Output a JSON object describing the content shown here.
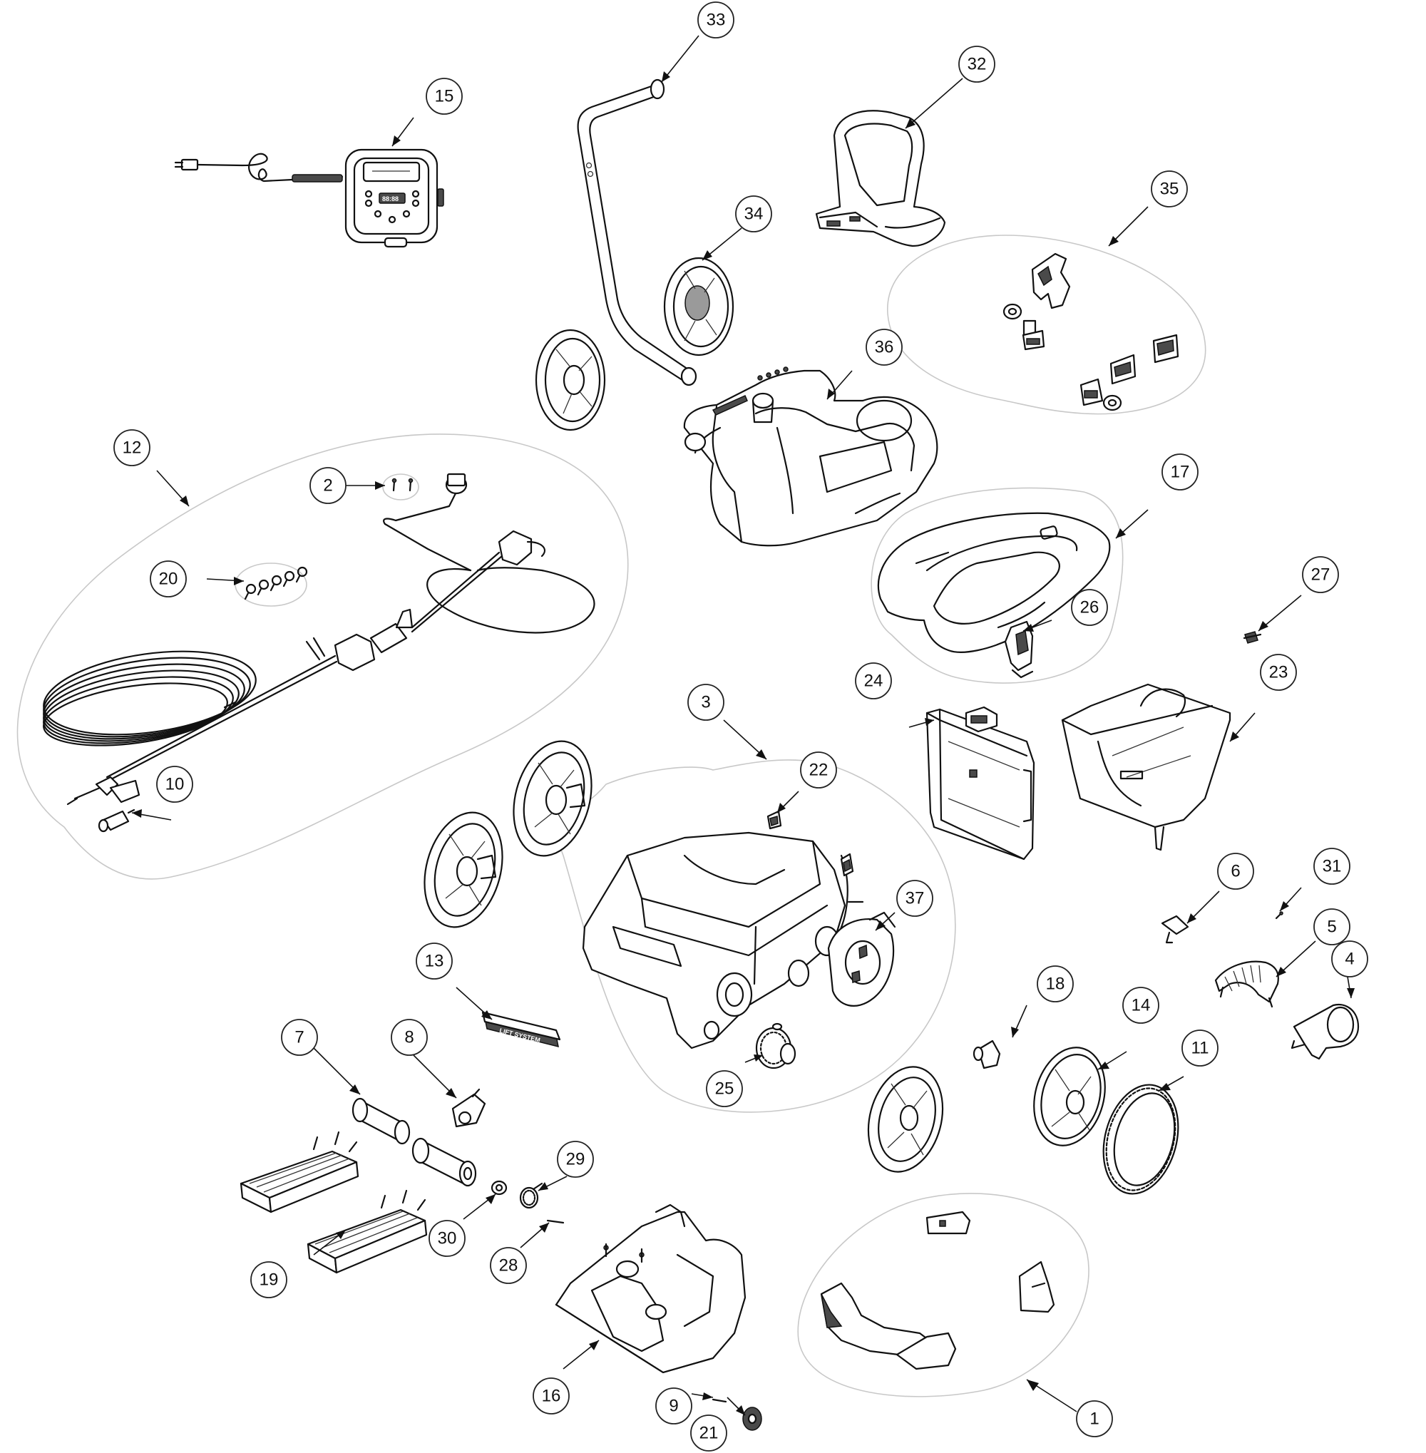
{
  "callouts": [
    {
      "id": "callout-1",
      "label": "1"
    },
    {
      "id": "callout-2",
      "label": "2"
    },
    {
      "id": "callout-3",
      "label": "3"
    },
    {
      "id": "callout-4",
      "label": "4"
    },
    {
      "id": "callout-5",
      "label": "5"
    },
    {
      "id": "callout-6",
      "label": "6"
    },
    {
      "id": "callout-7",
      "label": "7"
    },
    {
      "id": "callout-8",
      "label": "8"
    },
    {
      "id": "callout-9",
      "label": "9"
    },
    {
      "id": "callout-10",
      "label": "10"
    },
    {
      "id": "callout-11",
      "label": "11"
    },
    {
      "id": "callout-12",
      "label": "12"
    },
    {
      "id": "callout-13",
      "label": "13"
    },
    {
      "id": "callout-14",
      "label": "14"
    },
    {
      "id": "callout-15",
      "label": "15"
    },
    {
      "id": "callout-16",
      "label": "16"
    },
    {
      "id": "callout-17",
      "label": "17"
    },
    {
      "id": "callout-18",
      "label": "18"
    },
    {
      "id": "callout-19",
      "label": "19"
    },
    {
      "id": "callout-20",
      "label": "20"
    },
    {
      "id": "callout-21",
      "label": "21"
    },
    {
      "id": "callout-22",
      "label": "22"
    },
    {
      "id": "callout-23",
      "label": "23"
    },
    {
      "id": "callout-24",
      "label": "24"
    },
    {
      "id": "callout-25",
      "label": "25"
    },
    {
      "id": "callout-26",
      "label": "26"
    },
    {
      "id": "callout-27",
      "label": "27"
    },
    {
      "id": "callout-28",
      "label": "28"
    },
    {
      "id": "callout-29",
      "label": "29"
    },
    {
      "id": "callout-30",
      "label": "30"
    },
    {
      "id": "callout-31",
      "label": "31"
    },
    {
      "id": "callout-32",
      "label": "32"
    },
    {
      "id": "callout-33",
      "label": "33"
    },
    {
      "id": "callout-34",
      "label": "34"
    },
    {
      "id": "callout-35",
      "label": "35"
    },
    {
      "id": "callout-36",
      "label": "36"
    },
    {
      "id": "callout-37",
      "label": "37"
    }
  ],
  "power_supply": {
    "display_text": "88:88"
  },
  "lift_label": {
    "text": "LIFT SYSTEM"
  }
}
